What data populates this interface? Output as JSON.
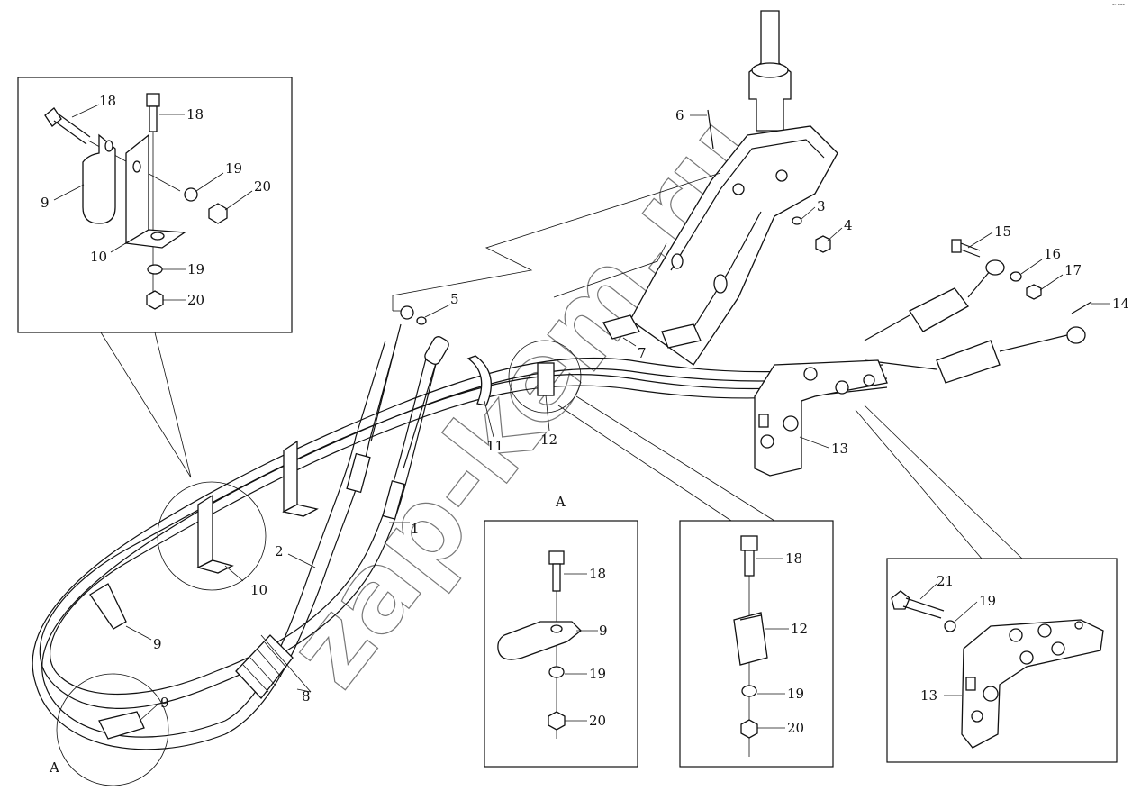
{
  "watermark": "zap-kem.ru",
  "corner_mark": "ᵃᶜ ᵉᵉᵉ",
  "callouts": {
    "p1": "1",
    "p2": "2",
    "p3": "3",
    "p4": "4",
    "p5": "5",
    "p6": "6",
    "p7": "7",
    "p8": "8",
    "p9a": "9",
    "p9b": "9",
    "p9c": "9",
    "p9d": "9",
    "p10a": "10",
    "p10b": "10",
    "p11": "11",
    "p12a": "12",
    "p12b": "12",
    "p13a": "13",
    "p13b": "13",
    "p14": "14",
    "p15": "15",
    "p16": "16",
    "p17": "17",
    "p18a": "18",
    "p18b": "18",
    "p18c": "18",
    "p18d": "18",
    "p19a": "19",
    "p19b": "19",
    "p19c": "19",
    "p19d": "19",
    "p19e": "19",
    "p20a": "20",
    "p20b": "20",
    "p20c": "20",
    "p20d": "20",
    "p21": "21"
  },
  "view_labels": {
    "a_main": "A",
    "a_circle": "A"
  }
}
